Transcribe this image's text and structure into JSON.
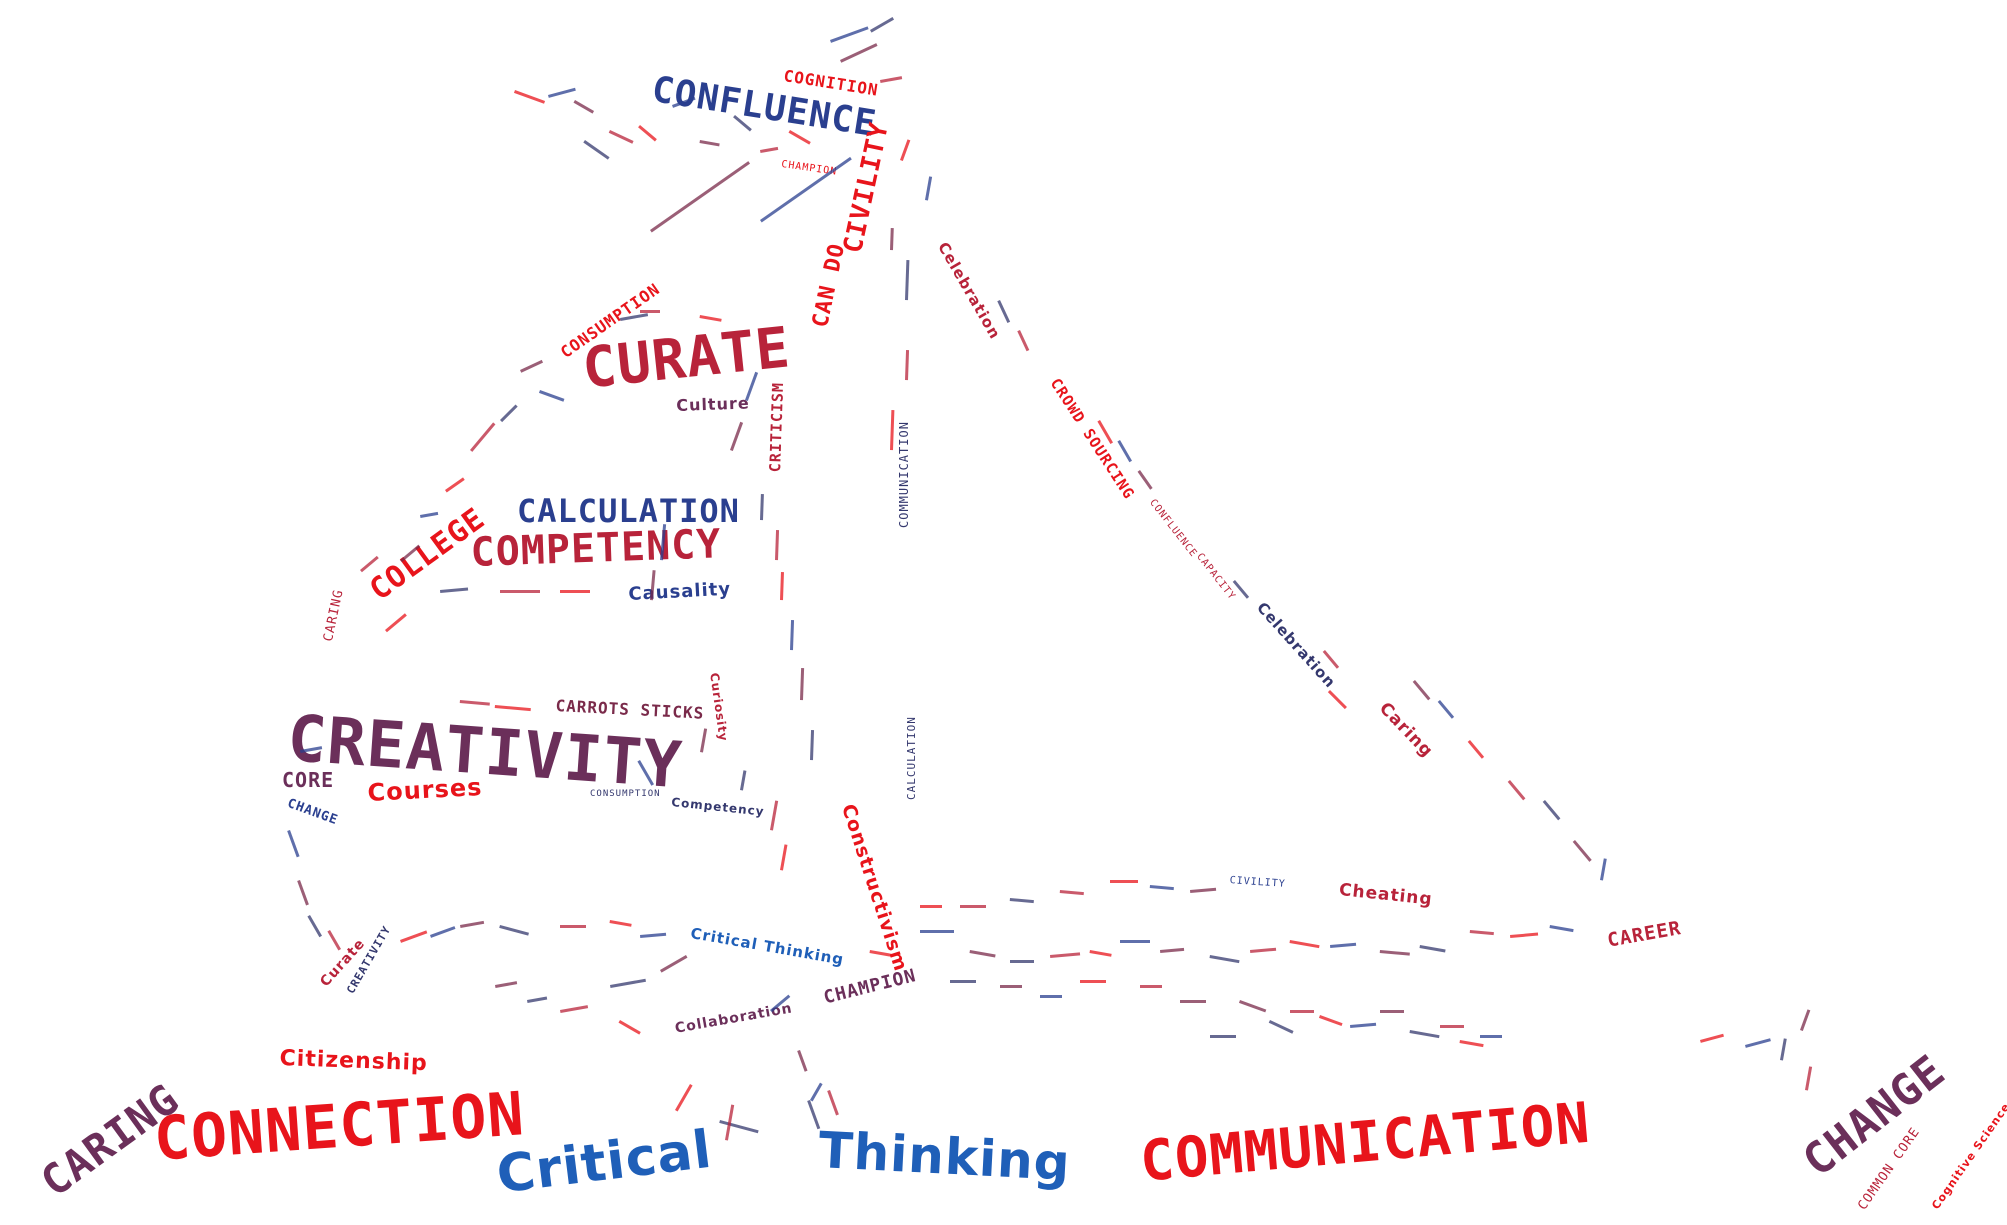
{
  "palette": {
    "red": "#e8141b",
    "blue": "#2a3f8f",
    "navy": "#34386e",
    "maroon": "#7a2a4a",
    "crimson": "#b8233a",
    "brightblue": "#1f5fb8",
    "plum": "#6b2f5a"
  },
  "words": {
    "confluence": "CONFLUENCE",
    "cognition": "COGNITION",
    "champion_small": "CHAMPION",
    "can_do": "CAN DO",
    "civility": "CIVILITY",
    "consumption": "CONSUMPTION",
    "curate_big": "CURATE",
    "culture": "Culture",
    "criticism": "CRITICISM",
    "calculation": "CALCULATION",
    "college": "COLLEGE",
    "competency": "COMPETENCY",
    "causality": "Causality",
    "caring_small": "CARING",
    "curiosity_small": "Curiosity",
    "carrots_sticks": "CARROTS STICKS",
    "creativity_big": "CREATIVITY",
    "core": "CORE",
    "courses": "Courses",
    "change_small": "CHANGE",
    "consumption_small": "CONSUMPTION",
    "competency_small": "Competency",
    "constructivism": "Constructivism",
    "critical_thinking_small": "Critical Thinking",
    "champion": "CHAMPION",
    "collaboration": "Collaboration",
    "curate_small": "Curate",
    "creativity_small": "CREATIVITY",
    "communication_vert": "COMMUNICATION",
    "calculation_vert": "CALCULATION",
    "celebration": "Celebration",
    "crowd_sourcing": "CROWD SOURCING",
    "confluence_small": "CONFLUENCE",
    "capacity": "CAPACITY",
    "celebration_2": "Celebration",
    "caring_2": "Caring",
    "career": "CAREER",
    "cheating": "Cheating",
    "civility_small": "CIVILITY",
    "citizenship": "Citizenship",
    "caring_big": "CARING",
    "connection": "CONNECTION",
    "critical": "Critical",
    "thinking": "Thinking",
    "communication_big": "COMMUNICATION",
    "change_big": "CHANGE",
    "common_core": "COMMON CORE",
    "cognitive_science": "Cognitive Science"
  }
}
